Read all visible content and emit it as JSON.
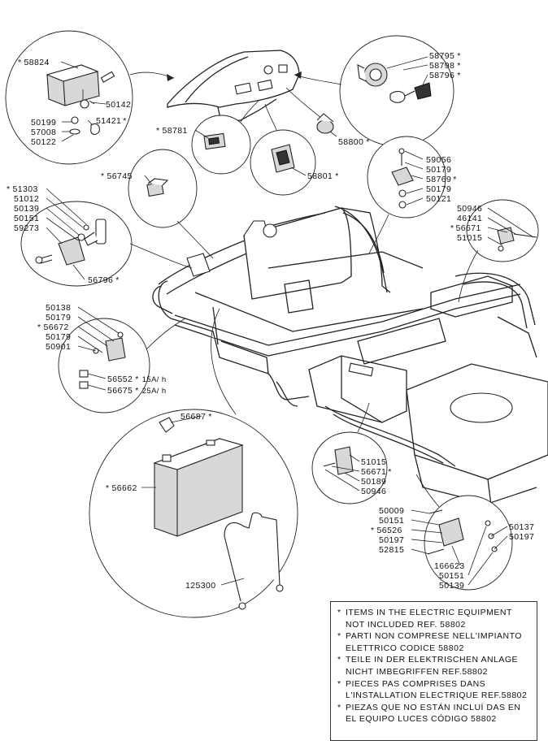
{
  "diagram": {
    "labels": {
      "p58824": "58824",
      "p50142": "50142",
      "p50199": "50199",
      "p57008": "57008",
      "p50122": "50122",
      "p51421": "51421",
      "p58781": "58781",
      "p56745": "56745",
      "p58795": "58795",
      "p58798": "58798",
      "p58796": "58796",
      "p58800": "58800",
      "p58801": "58801",
      "p59056": "59056",
      "p50179a": "50179",
      "p58769": "58769",
      "p50179b": "50179",
      "p50121": "50121",
      "p51303": "51303",
      "p51012": "51012",
      "p50139a": "50139",
      "p50151a": "50151",
      "p59273": "59273",
      "p56796": "56796",
      "p50946a": "50946",
      "p46141": "46141",
      "p56671a": "56671",
      "p51015a": "51015",
      "p50138": "50138",
      "p50179c": "50179",
      "p56672": "56672",
      "p50179d": "50179",
      "p50901": "50901",
      "p56552": "56552",
      "f15": "15A/ h",
      "p56675": "56675",
      "f25": "25A/ h",
      "p56687": "56687",
      "p56662": "56662",
      "p125300": "125300",
      "p51015b": "51015",
      "p56671b": "56671",
      "p50189": "50189",
      "p50946b": "50946",
      "p50009": "50009",
      "p50151b": "50151",
      "p56526": "56526",
      "p50197a": "50197",
      "p52815": "52815",
      "p166623": "166623",
      "p50151c": "50151",
      "p50139b": "50139",
      "p50137": "50137",
      "p50197b": "50197",
      "star": "*"
    },
    "notes": [
      "ITEMS IN THE ELECTRIC EQUIPMENT NOT INCLUDED REF. 58802",
      "PARTI NON COMPRESE NELL'IMPIANTO ELETTRICO CODICE 58802",
      "TEILE IN DER ELEKTRISCHEN ANLAGE NICHT IMBEGRIFFEN REF.58802",
      "PIECES PAS COMPRISES DANS L'INSTALLATION ELECTRIQUE REF.58802",
      "PIEZAS QUE NO ESTÁN INCLUÍ DAS EN EL EQUIPO LUCES CÓDIGO 58802"
    ]
  }
}
